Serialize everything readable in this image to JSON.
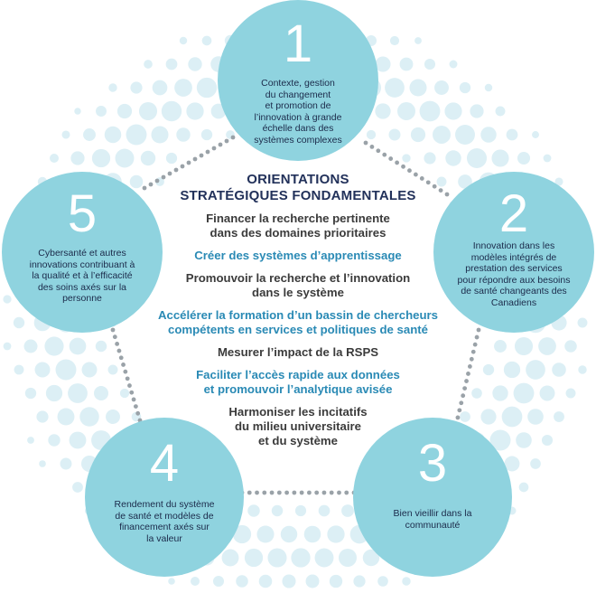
{
  "colors": {
    "circle": "#8fd3df",
    "bubbles": "#dceff5",
    "dots": "#9aa2a8",
    "title": "#22315a",
    "dark_item": "#3b3b3b",
    "blue_item": "#2a8ab5"
  },
  "circles": [
    {
      "number": "1",
      "text": "Contexte, gestion\ndu changement\net promotion de\nl’innovation à grande\néchelle dans des\nsystèmes complexes"
    },
    {
      "number": "2",
      "text": "Innovation dans les\nmodèles intégrés de\nprestation des services\npour répondre aux besoins\nde santé changeants des\nCanadiens"
    },
    {
      "number": "3",
      "text": "Bien vieillir dans la\ncommunauté"
    },
    {
      "number": "4",
      "text": "Rendement du système\nde santé et modèles de\nfinancement axés sur\nla valeur"
    },
    {
      "number": "5",
      "text": "Cybersanté et autres\ninnovations contribuant à\nla qualité et à l’efficacité\ndes soins axés sur la\npersonne"
    }
  ],
  "center": {
    "title": "ORIENTATIONS\nSTRATÉGIQUES FONDAMENTALES",
    "items": [
      {
        "text": "Financer la recherche pertinente\ndans des domaines prioritaires",
        "style": "dark"
      },
      {
        "text": "Créer des systèmes d’apprentissage",
        "style": "blue"
      },
      {
        "text": "Promouvoir la recherche et l’innovation\ndans le système",
        "style": "dark"
      },
      {
        "text": "Accélérer la formation d’un bassin de chercheurs\ncompétents en services et politiques de santé",
        "style": "blue"
      },
      {
        "text": "Mesurer l’impact de la RSPS",
        "style": "dark"
      },
      {
        "text": "Faciliter l’accès rapide aux données\net promouvoir l’analytique avisée",
        "style": "blue"
      },
      {
        "text": "Harmoniser les incitatifs\ndu milieu universitaire\net du système",
        "style": "dark"
      }
    ]
  }
}
